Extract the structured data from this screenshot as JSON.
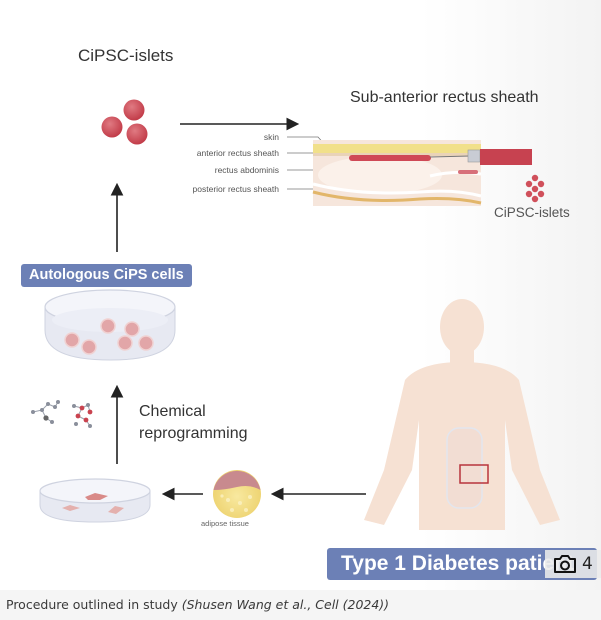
{
  "figure": {
    "title_islets": "CiPSC-islets",
    "title_sheath": "Sub-anterior rectus sheath",
    "layer_labels": [
      "skin",
      "anterior rectus sheath",
      "rectus abdominis",
      "posterior rectus sheath"
    ],
    "islets_right_label": "CiPSC-islets",
    "badge_cips": "Autologous CiPS cells",
    "chemical_line1": "Chemical",
    "chemical_line2": "reprogramming",
    "adipose_label": "adipose tissue",
    "badge_patient": "Type 1 Diabetes patient",
    "colors": {
      "badge": "#6c80b6",
      "islet_red": "#c9434f",
      "skin_yellow": "#f1e08a",
      "body_peach": "#f6e1d3",
      "box_red": "#b8343c"
    }
  },
  "gallery": {
    "icon": "camera-icon",
    "count": "4"
  },
  "caption": {
    "text": "Procedure outlined in study ",
    "citation": "(Shusen Wang et al., Cell (2024))"
  }
}
